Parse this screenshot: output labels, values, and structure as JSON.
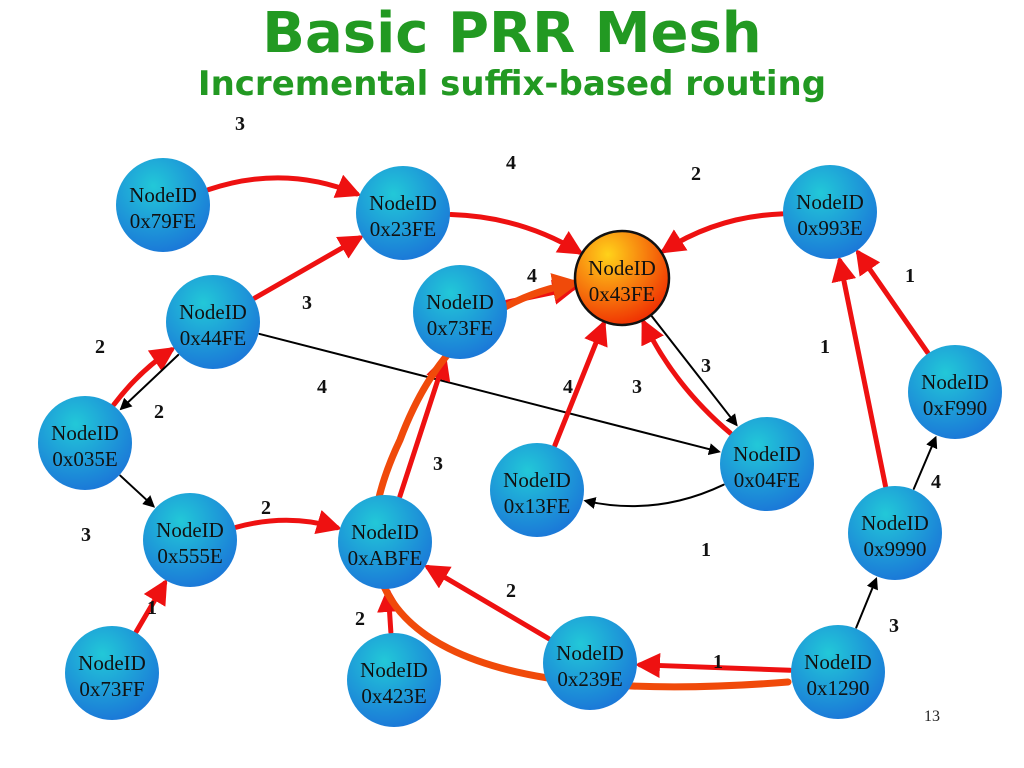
{
  "slide": {
    "title": "Basic PRR Mesh",
    "subtitle": "Incremental suffix-based routing",
    "page_number": "13"
  },
  "colors": {
    "title": "#229922",
    "node_top": "#22c8d8",
    "node_bottom": "#1a6fd8",
    "target_top": "#ffd21a",
    "target_bottom": "#ee2200",
    "route_red": "#ee1111",
    "long_route": "#f04a0a",
    "plain_edge": "#000000"
  },
  "nodes": [
    {
      "id": "0x79FE",
      "line1": "NodeID",
      "line2": "0x79FE"
    },
    {
      "id": "0x23FE",
      "line1": "NodeID",
      "line2": "0x23FE"
    },
    {
      "id": "0x43FE",
      "line1": "NodeID",
      "line2": "0x43FE",
      "target": true
    },
    {
      "id": "0x993E",
      "line1": "NodeID",
      "line2": "0x993E"
    },
    {
      "id": "0x44FE",
      "line1": "NodeID",
      "line2": "0x44FE"
    },
    {
      "id": "0x73FE",
      "line1": "NodeID",
      "line2": "0x73FE"
    },
    {
      "id": "0xF990",
      "line1": "NodeID",
      "line2": "0xF990"
    },
    {
      "id": "0x035E",
      "line1": "NodeID",
      "line2": "0x035E"
    },
    {
      "id": "0x04FE",
      "line1": "NodeID",
      "line2": "0x04FE"
    },
    {
      "id": "0x13FE",
      "line1": "NodeID",
      "line2": "0x13FE"
    },
    {
      "id": "0x555E",
      "line1": "NodeID",
      "line2": "0x555E"
    },
    {
      "id": "0xABFE",
      "line1": "NodeID",
      "line2": "0xABFE"
    },
    {
      "id": "0x9990",
      "line1": "NodeID",
      "line2": "0x9990"
    },
    {
      "id": "0x73FF",
      "line1": "NodeID",
      "line2": "0x73FF"
    },
    {
      "id": "0x423E",
      "line1": "NodeID",
      "line2": "0x423E"
    },
    {
      "id": "0x239E",
      "line1": "NodeID",
      "line2": "0x239E"
    },
    {
      "id": "0x1290",
      "line1": "NodeID",
      "line2": "0x1290"
    }
  ],
  "edges": [
    {
      "from": "0x79FE",
      "to": "0x23FE",
      "label": "3",
      "style": "red"
    },
    {
      "from": "0x23FE",
      "to": "0x43FE",
      "label": "4",
      "style": "red"
    },
    {
      "from": "0x993E",
      "to": "0x43FE",
      "label": "2",
      "style": "red"
    },
    {
      "from": "0xF990",
      "to": "0x993E",
      "label": "1",
      "style": "red"
    },
    {
      "from": "0x9990",
      "to": "0x993E",
      "label": "1",
      "style": "red"
    },
    {
      "from": "0x9990",
      "to": "0xF990",
      "label": "4",
      "style": "black"
    },
    {
      "from": "0x1290",
      "to": "0x9990",
      "label": "3",
      "style": "black"
    },
    {
      "from": "0x44FE",
      "to": "0x23FE",
      "label": "3",
      "style": "red"
    },
    {
      "from": "0x035E",
      "to": "0x44FE",
      "label": "2",
      "style": "red"
    },
    {
      "from": "0x44FE",
      "to": "0x035E",
      "label": "2",
      "style": "black"
    },
    {
      "from": "0x44FE",
      "to": "0x04FE",
      "label": "4",
      "style": "black"
    },
    {
      "from": "0x035E",
      "to": "0x555E",
      "label": "3",
      "style": "black"
    },
    {
      "from": "0x73FF",
      "to": "0x555E",
      "label": "1",
      "style": "red"
    },
    {
      "from": "0x555E",
      "to": "0xABFE",
      "label": "2",
      "style": "red"
    },
    {
      "from": "0x423E",
      "to": "0xABFE",
      "label": "2",
      "style": "red"
    },
    {
      "from": "0x239E",
      "to": "0xABFE",
      "label": "2",
      "style": "red"
    },
    {
      "from": "0xABFE",
      "to": "0x73FE",
      "label": "3",
      "style": "red"
    },
    {
      "from": "0x73FE",
      "to": "0x43FE",
      "label": "4",
      "style": "red"
    },
    {
      "from": "0x13FE",
      "to": "0x43FE",
      "label": "4",
      "style": "red"
    },
    {
      "from": "0x04FE",
      "to": "0x43FE",
      "label": "3",
      "style": "red"
    },
    {
      "from": "0x43FE",
      "to": "0x04FE",
      "label": "3",
      "style": "black"
    },
    {
      "from": "0x04FE",
      "to": "0x13FE",
      "label": "1",
      "style": "black"
    },
    {
      "from": "0x1290",
      "to": "0x239E",
      "label": "1",
      "style": "red"
    },
    {
      "from": "0x1290",
      "to": "0x43FE",
      "label": "",
      "style": "long"
    }
  ]
}
